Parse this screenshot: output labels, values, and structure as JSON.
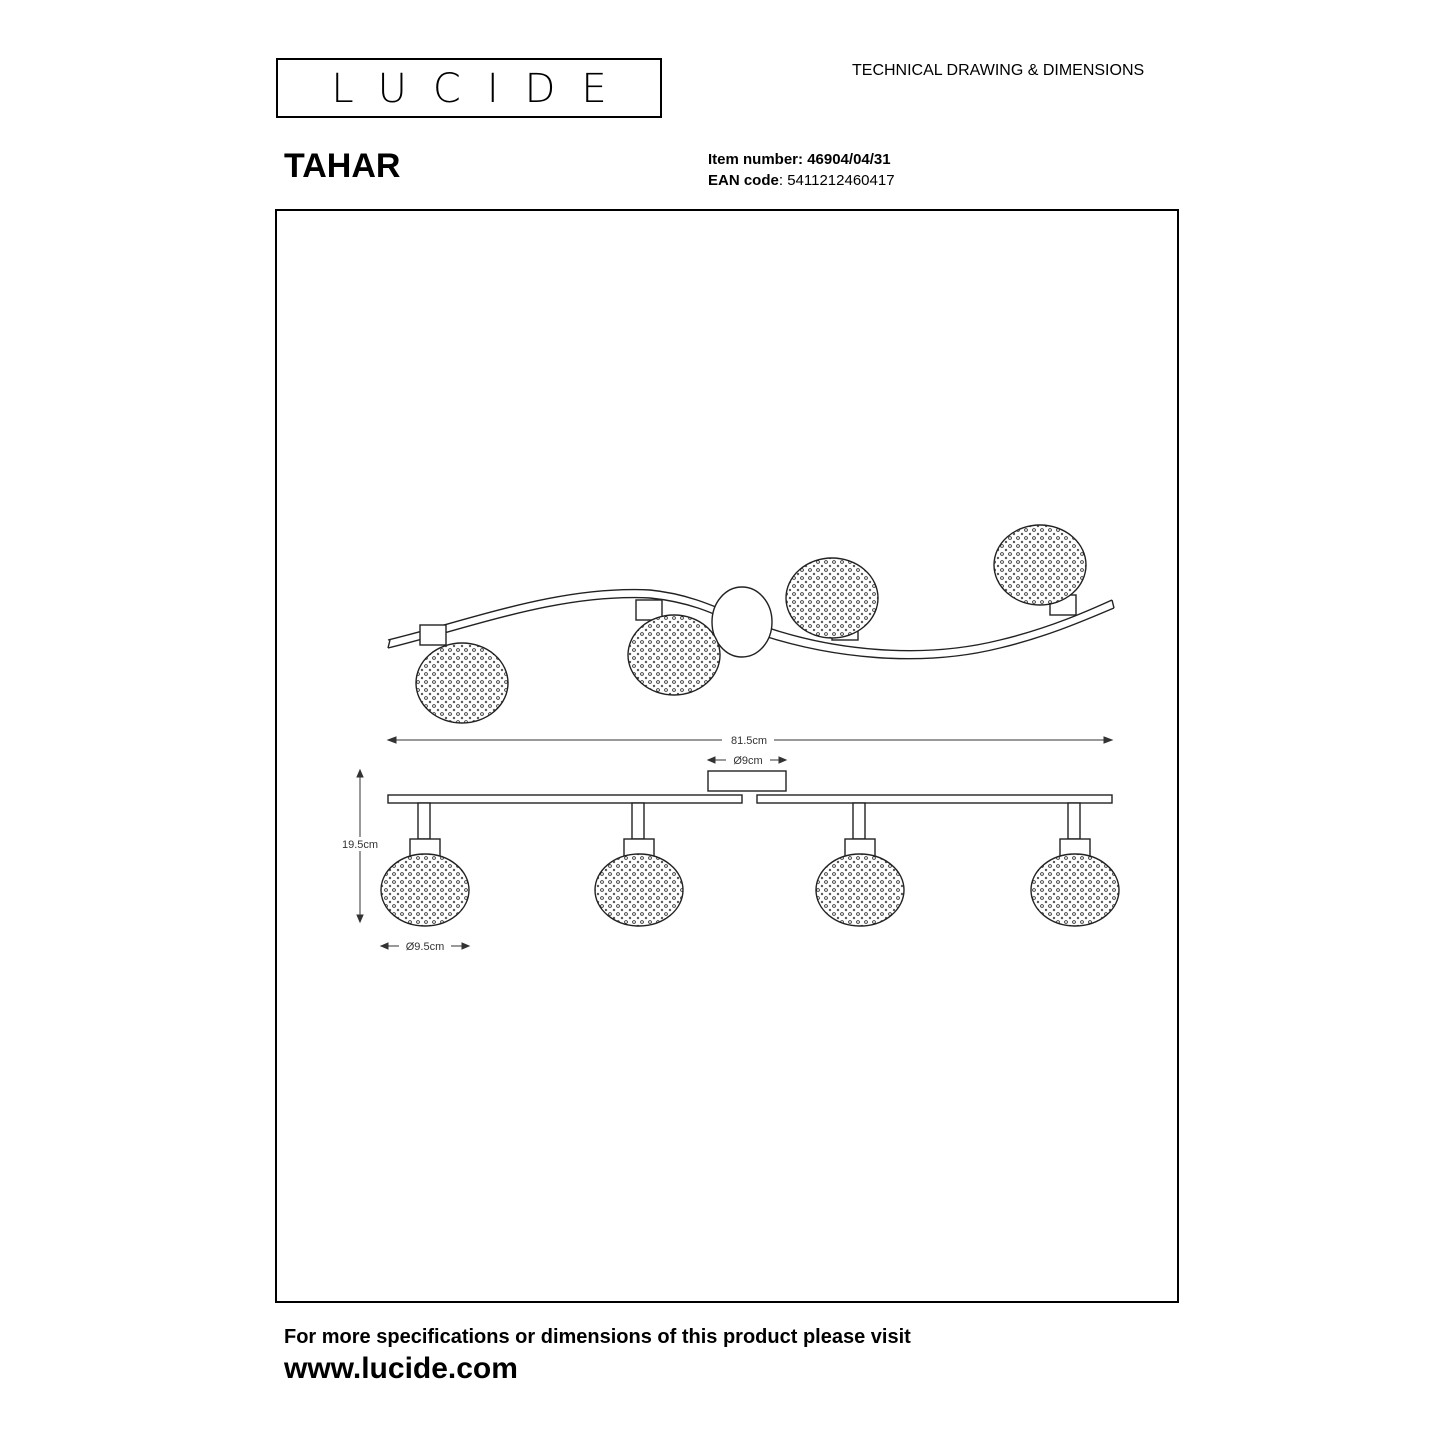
{
  "header": {
    "logo_text": "LUCIDE",
    "doc_type": "TECHNICAL DRAWING & DIMENSIONS",
    "product_name": "TAHAR",
    "item_number_label": "Item number:",
    "item_number": "46904/04/31",
    "ean_label": "EAN code",
    "ean": ": 5411212460417"
  },
  "dimensions": {
    "total_length": "81.5cm",
    "base_diameter": "Ø9cm",
    "height": "19.5cm",
    "shade_diameter": "Ø9.5cm"
  },
  "footer": {
    "text": "For more specifications or dimensions of this product please visit",
    "url": "www.lucide.com"
  }
}
